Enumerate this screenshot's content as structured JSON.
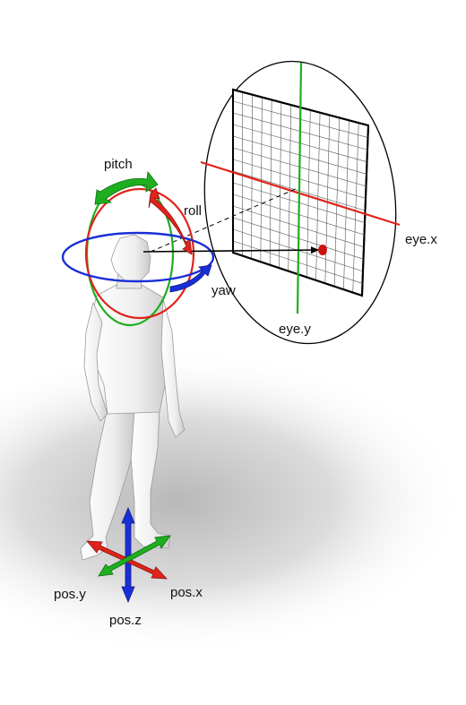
{
  "labels": {
    "pitch": "pitch",
    "roll": "roll",
    "yaw": "yaw",
    "eye_x": "eye.x",
    "eye_y": "eye.y",
    "pos_x": "pos.x",
    "pos_y": "pos.y",
    "pos_z": "pos.z"
  },
  "colors": {
    "pitch": "#1fae1f",
    "roll": "#e0231b",
    "yaw": "#1a2fd6",
    "eye_x": "#e0231b",
    "eye_y": "#1fae1f",
    "pos_x": "#e0231b",
    "pos_y": "#1fae1f",
    "pos_z": "#1a2fd6",
    "gaze_point": "#cc1111",
    "figure": "#f2f2f2"
  },
  "screen_grid": {
    "rows": 14,
    "cols": 14
  }
}
